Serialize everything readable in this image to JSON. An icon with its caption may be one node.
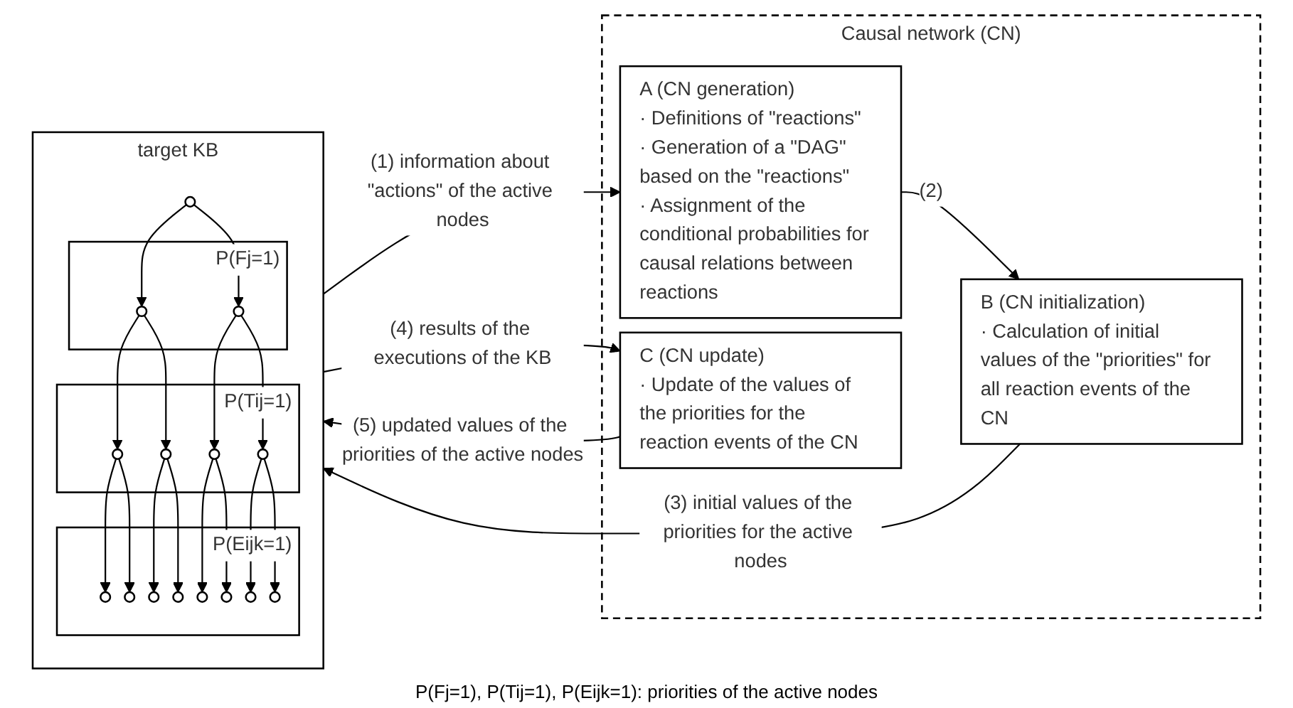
{
  "diagram": {
    "nodes": [
      {
        "text": [
          "target KB"
        ]
      },
      {
        "text": [],
        "shape": "circle",
        "in": 0
      },
      {
        "text": [],
        "shape": "box",
        "in": 0,
        "beside": [
          "P(Fj=1)"
        ]
      },
      {
        "text": [],
        "shape": "circle",
        "in": 2
      },
      {
        "text": [],
        "shape": "circle",
        "in": 2
      },
      {
        "text": [],
        "shape": "box",
        "in": 0,
        "beside": [
          "P(Tij=1)"
        ]
      },
      {
        "text": [],
        "shape": "circle",
        "in": 5
      },
      {
        "text": [],
        "shape": "circle",
        "in": 5
      },
      {
        "text": [],
        "shape": "circle",
        "in": 5
      },
      {
        "text": [],
        "shape": "circle",
        "in": 5
      },
      {
        "text": [],
        "shape": "box",
        "in": 0,
        "beside": [
          "P(Eijk=1)"
        ]
      },
      {
        "text": [],
        "shape": "circle",
        "in": 10
      },
      {
        "text": [],
        "shape": "circle",
        "in": 10
      },
      {
        "text": [],
        "shape": "circle",
        "in": 10
      },
      {
        "text": [],
        "shape": "circle",
        "in": 10
      },
      {
        "text": [],
        "shape": "circle",
        "in": 10
      },
      {
        "text": [],
        "shape": "circle",
        "in": 10
      },
      {
        "text": [],
        "shape": "circle",
        "in": 10
      },
      {
        "text": [],
        "shape": "circle",
        "in": 10
      },
      {
        "text": [
          "Causal network (CN)"
        ]
      },
      {
        "text": [
          "A (CN generation)",
          "· Definitions of \"reactions\"",
          "· Generation of a \"DAG\" based on the \"reactions\"",
          "· Assignment of the conditional probabilities for causal relations between reactions"
        ],
        "in": 19
      },
      {
        "text": [
          "B (CN initialization)",
          "· Calculation of initial values of the \"priorities\" for all reaction events of the CN"
        ],
        "in": 19
      },
      {
        "text": [
          "C (CN update)",
          "· Update of the values of the priorities for the reaction events of the CN"
        ],
        "in": 19
      }
    ],
    "edges": [
      {
        "from": 1,
        "to": 3,
        "arrow": "to"
      },
      {
        "from": 1,
        "to": 4,
        "arrow": "to"
      },
      {
        "from": 3,
        "to": 6,
        "arrow": "to"
      },
      {
        "from": 3,
        "to": 7,
        "arrow": "to"
      },
      {
        "from": 4,
        "to": 8,
        "arrow": "to"
      },
      {
        "from": 4,
        "to": 9,
        "arrow": "to"
      },
      {
        "from": 6,
        "to": 11,
        "arrow": "to"
      },
      {
        "from": 6,
        "to": 12,
        "arrow": "to"
      },
      {
        "from": 7,
        "to": 13,
        "arrow": "to"
      },
      {
        "from": 7,
        "to": 14,
        "arrow": "to"
      },
      {
        "from": 8,
        "to": 15,
        "arrow": "to"
      },
      {
        "from": 8,
        "to": 16,
        "arrow": "to"
      },
      {
        "from": 9,
        "to": 17,
        "arrow": "to"
      },
      {
        "from": 9,
        "to": 18,
        "arrow": "to"
      },
      {
        "from": 0,
        "to": 20,
        "arrow": "to",
        "label": "(1) information about \"actions\" of the active nodes"
      },
      {
        "from": 20,
        "to": 21,
        "arrow": "to",
        "label": "(2)"
      },
      {
        "from": 21,
        "to": 0,
        "arrow": "to",
        "label": "(3) initial values of the priorities for the active nodes"
      },
      {
        "from": 0,
        "to": 22,
        "arrow": "to",
        "label": "(4) results of the executions of the KB"
      },
      {
        "from": 22,
        "to": 0,
        "arrow": "to",
        "label": "(5) updated values of the priorities of the active nodes"
      }
    ],
    "labels": [
      "P(Fj=1), P(Tij=1), P(Eijk=1): priorities of the active nodes"
    ]
  }
}
